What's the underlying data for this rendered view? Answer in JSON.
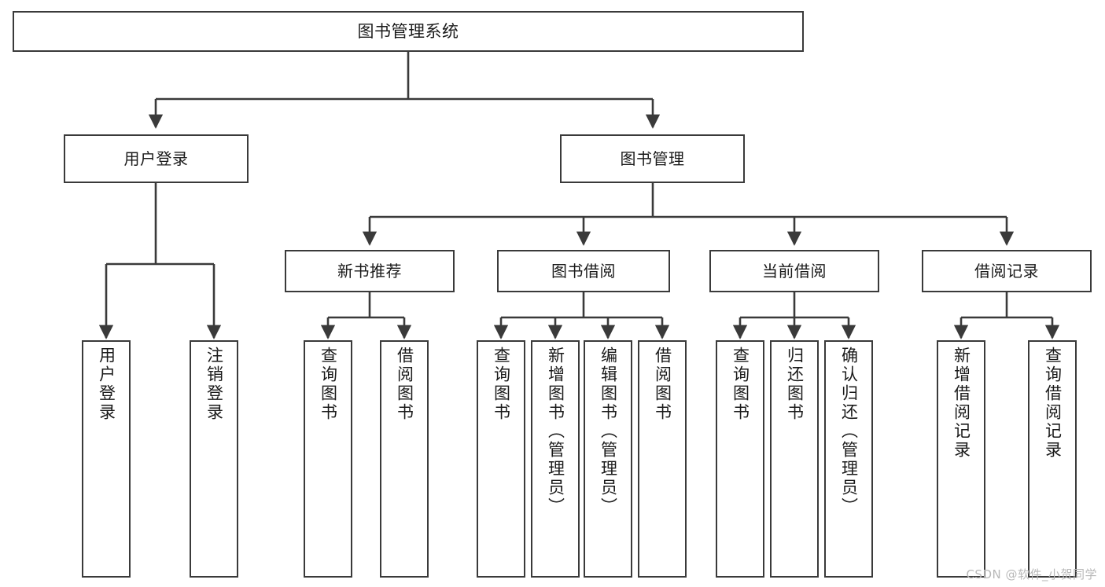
{
  "diagram": {
    "title": "图书管理系统",
    "type": "tree",
    "watermark": "CSDN @软件_小贺同学",
    "colors": {
      "background": "#ffffff",
      "box_border": "#3a3a3a",
      "box_fill": "#ffffff",
      "connector": "#3a3a3a",
      "text": "#1a1a1a",
      "watermark": "#b8b8b8"
    },
    "root": {
      "label": "图书管理系统"
    },
    "level1": [
      {
        "label": "用户登录"
      },
      {
        "label": "图书管理"
      }
    ],
    "level2": [
      {
        "label": "新书推荐"
      },
      {
        "label": "图书借阅"
      },
      {
        "label": "当前借阅"
      },
      {
        "label": "借阅记录"
      }
    ],
    "leaves": {
      "user_login": [
        {
          "label": "用户登录"
        },
        {
          "label": "注销登录"
        }
      ],
      "new_book_recommend": [
        {
          "label": "查询图书"
        },
        {
          "label": "借阅图书"
        }
      ],
      "book_borrow": [
        {
          "label": "查询图书"
        },
        {
          "label": "新增图书（管理员）"
        },
        {
          "label": "编辑图书（管理员）"
        },
        {
          "label": "借阅图书"
        }
      ],
      "current_borrow": [
        {
          "label": "查询图书"
        },
        {
          "label": "归还图书"
        },
        {
          "label": "确认归还（管理员）"
        }
      ],
      "borrow_record": [
        {
          "label": "新增借阅记录"
        },
        {
          "label": "查询借阅记录"
        }
      ]
    }
  }
}
